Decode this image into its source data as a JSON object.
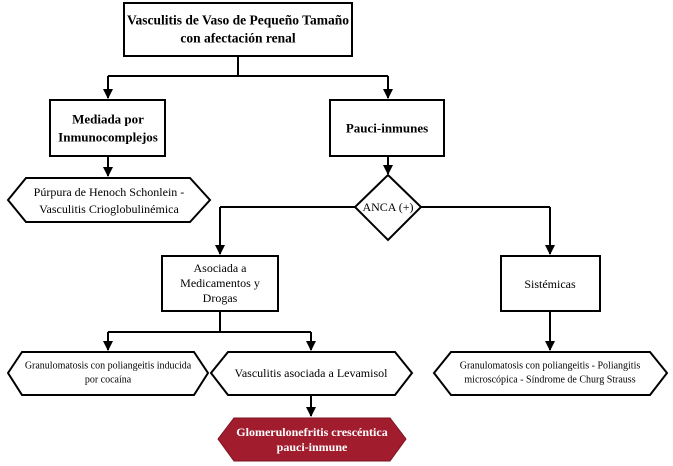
{
  "colors": {
    "line": "#000000",
    "node_fill": "#ffffff",
    "highlight": "#a11d2e",
    "highlight_text": "#ffffff"
  },
  "nodes": {
    "root": {
      "lines": [
        "Vasculitis de Vaso de Pequeño Tamaño",
        "con afectación renal"
      ]
    },
    "inmunocomplejos": {
      "lines": [
        "Mediada por",
        "Inmunocomplejos"
      ]
    },
    "pauci": {
      "lines": [
        "Pauci-inmunes"
      ]
    },
    "henoch": {
      "lines": [
        "Púrpura de Henoch Schonlein -",
        "Vasculitis Crioglobulinémica"
      ]
    },
    "anca": {
      "lines": [
        "ANCA (+)"
      ]
    },
    "asociada": {
      "lines": [
        "Asociada a",
        "Medicamentos y",
        "Drogas"
      ]
    },
    "sistemicas": {
      "lines": [
        "Sistémicas"
      ]
    },
    "cocaina": {
      "lines": [
        "Granulomatosis con poliangeitis inducida",
        "por cocaína"
      ]
    },
    "levamisol": {
      "lines": [
        "Vasculitis asociada a Levamisol"
      ]
    },
    "churg": {
      "lines": [
        "Granulomatosis con poliangeitis - Poliangitis",
        "microscópica - Síndrome de Churg Strauss"
      ]
    },
    "glomerulo": {
      "lines": [
        "Glomerulonefritis crescéntica",
        "pauci-inmune"
      ]
    }
  }
}
